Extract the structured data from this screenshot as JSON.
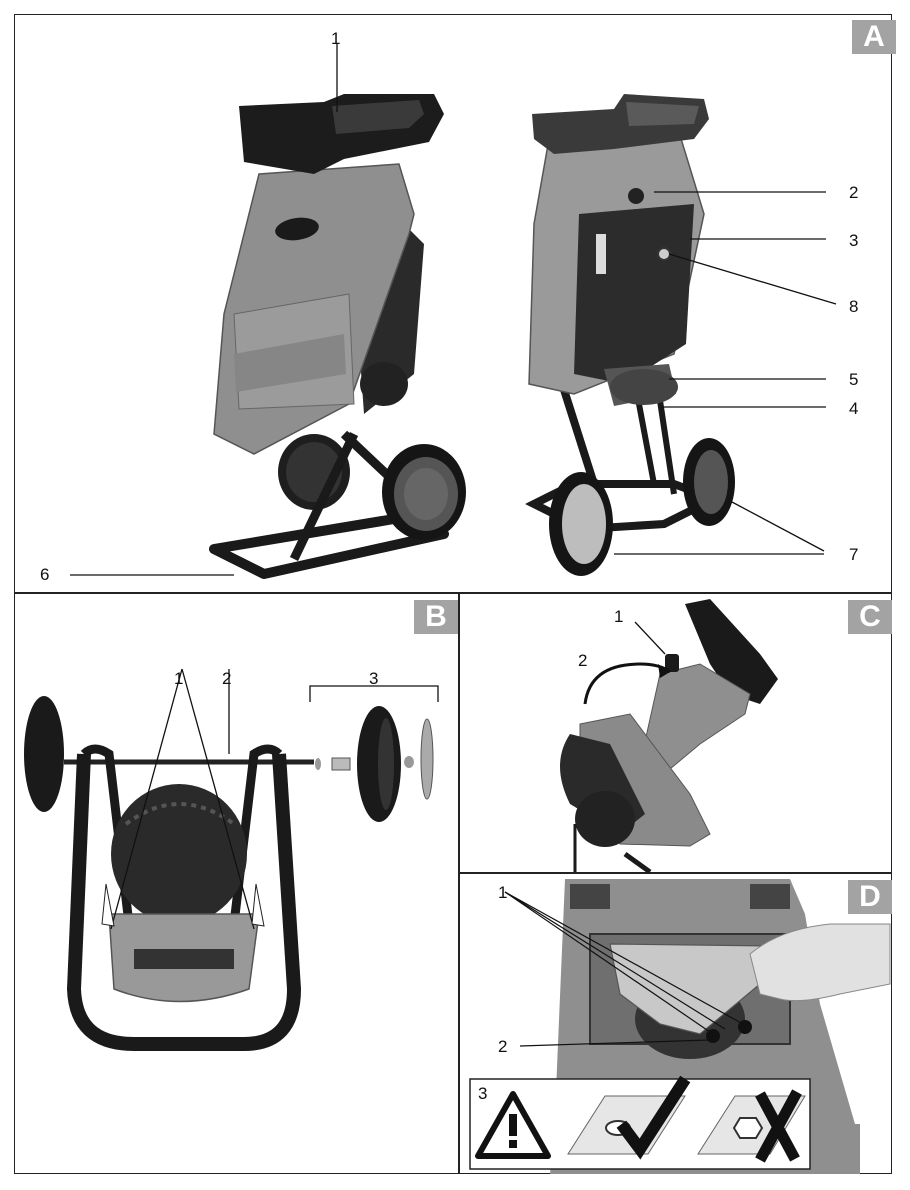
{
  "panels": {
    "A": {
      "label": "A",
      "callouts": {
        "c1": "1",
        "c2": "2",
        "c3": "3",
        "c8": "8",
        "c5": "5",
        "c4": "4",
        "c7": "7",
        "c6": "6"
      }
    },
    "B": {
      "label": "B",
      "callouts": {
        "c1": "1",
        "c2": "2",
        "c3": "3"
      }
    },
    "C": {
      "label": "C",
      "callouts": {
        "c1": "1",
        "c2": "2"
      }
    },
    "D": {
      "label": "D",
      "callouts": {
        "c1": "1",
        "c2": "2",
        "c3": "3"
      }
    }
  },
  "icons": [
    "warning-triangle-icon",
    "checkmark-icon",
    "cross-icon"
  ],
  "colors": {
    "border": "#222222",
    "badge": "#a3a3a3",
    "plastic_grey": "#8f8f8f",
    "dark_plastic": "#2a2a2a"
  }
}
